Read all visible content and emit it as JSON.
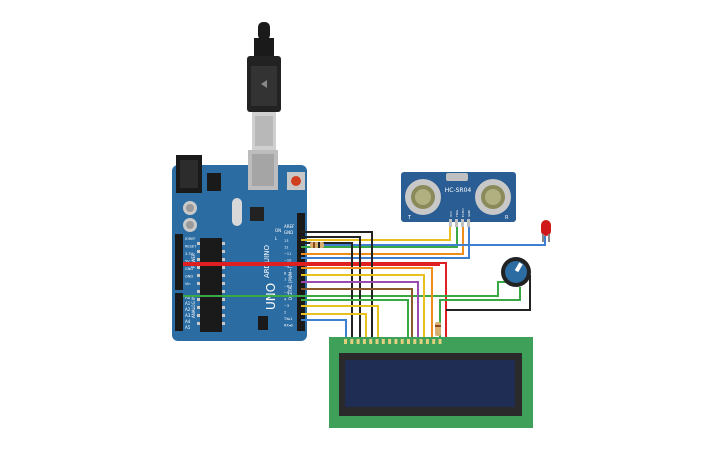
{
  "arduino": {
    "brand": "ARDUINO",
    "model": "UNO",
    "on_label": "ON",
    "aref_label": "AREF",
    "gnd_label": "GND",
    "digital_label": "DIGITAL (PWM~)",
    "power_label": "POWER",
    "analog_label": "ANALOG IN",
    "power_pins": [
      "IOREF",
      "RESET",
      "3.3V",
      "5V",
      "GND",
      "GND",
      "Vin"
    ],
    "analog_pins": [
      "A0",
      "A1",
      "A2",
      "A3",
      "A4",
      "A5"
    ],
    "digital_pins": [
      "13",
      "12",
      "~11",
      "~10",
      "~9",
      "8",
      "7",
      "~6",
      "~5",
      "4",
      "~3",
      "2",
      "TX▸1",
      "RX◂0"
    ],
    "tx_label": "TX",
    "rx_label": "RX",
    "l_label": "L"
  },
  "sensor": {
    "label": "HC-SR04",
    "left_mark": "T",
    "right_mark": "R",
    "pins": [
      "VCC",
      "TRIG",
      "ECHO",
      "GND"
    ]
  },
  "lcd": {
    "pin_count": 16
  },
  "colors": {
    "board": "#2b6ca3",
    "lcd_pcb": "#3fa05a",
    "lcd_screen": "#1f2d55",
    "sensor_pcb": "#2a5d93",
    "wire_red": "#e02020",
    "wire_black": "#222222",
    "wire_orange": "#f08c1a",
    "wire_green": "#3aa845",
    "wire_blue": "#3f7fd0",
    "wire_yellow": "#e8c020",
    "wire_brown": "#8a5a2b",
    "wire_purple": "#9a4bb0",
    "wire_grey": "#888888",
    "led": "#d01818"
  }
}
